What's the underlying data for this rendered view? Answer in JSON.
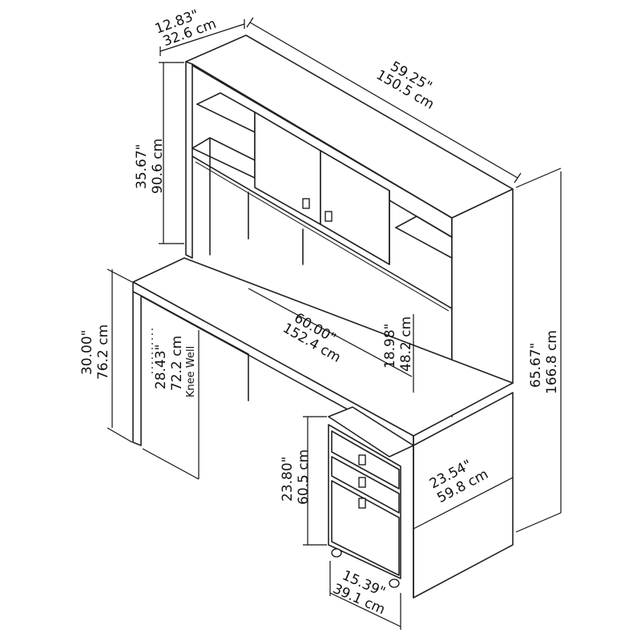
{
  "dimensions": {
    "hutch_depth": {
      "imperial": "12.83\"",
      "metric": "32.6 cm"
    },
    "hutch_width": {
      "imperial": "59.25\"",
      "metric": "150.5 cm"
    },
    "hutch_height": {
      "imperial": "35.67\"",
      "metric": "90.6 cm"
    },
    "desk_height": {
      "imperial": "30.00\"",
      "metric": "76.2 cm"
    },
    "desk_width": {
      "imperial": "60.00\"",
      "metric": "152.4 cm"
    },
    "knee_well": {
      "imperial": "28.43\"",
      "metric": "72.2 cm",
      "note": "Knee Well"
    },
    "hutch_clearance": {
      "imperial": "18.98\"",
      "metric": "48.2 cm"
    },
    "total_height": {
      "imperial": "65.67\"",
      "metric": "166.8 cm"
    },
    "pedestal_height": {
      "imperial": "23.80\"",
      "metric": "60.5 cm"
    },
    "desk_depth": {
      "imperial": "23.54\"",
      "metric": "59.8 cm"
    },
    "pedestal_width": {
      "imperial": "15.39\"",
      "metric": "39.1 cm"
    }
  },
  "colors": {
    "line": "#222222",
    "background": "#ffffff"
  }
}
